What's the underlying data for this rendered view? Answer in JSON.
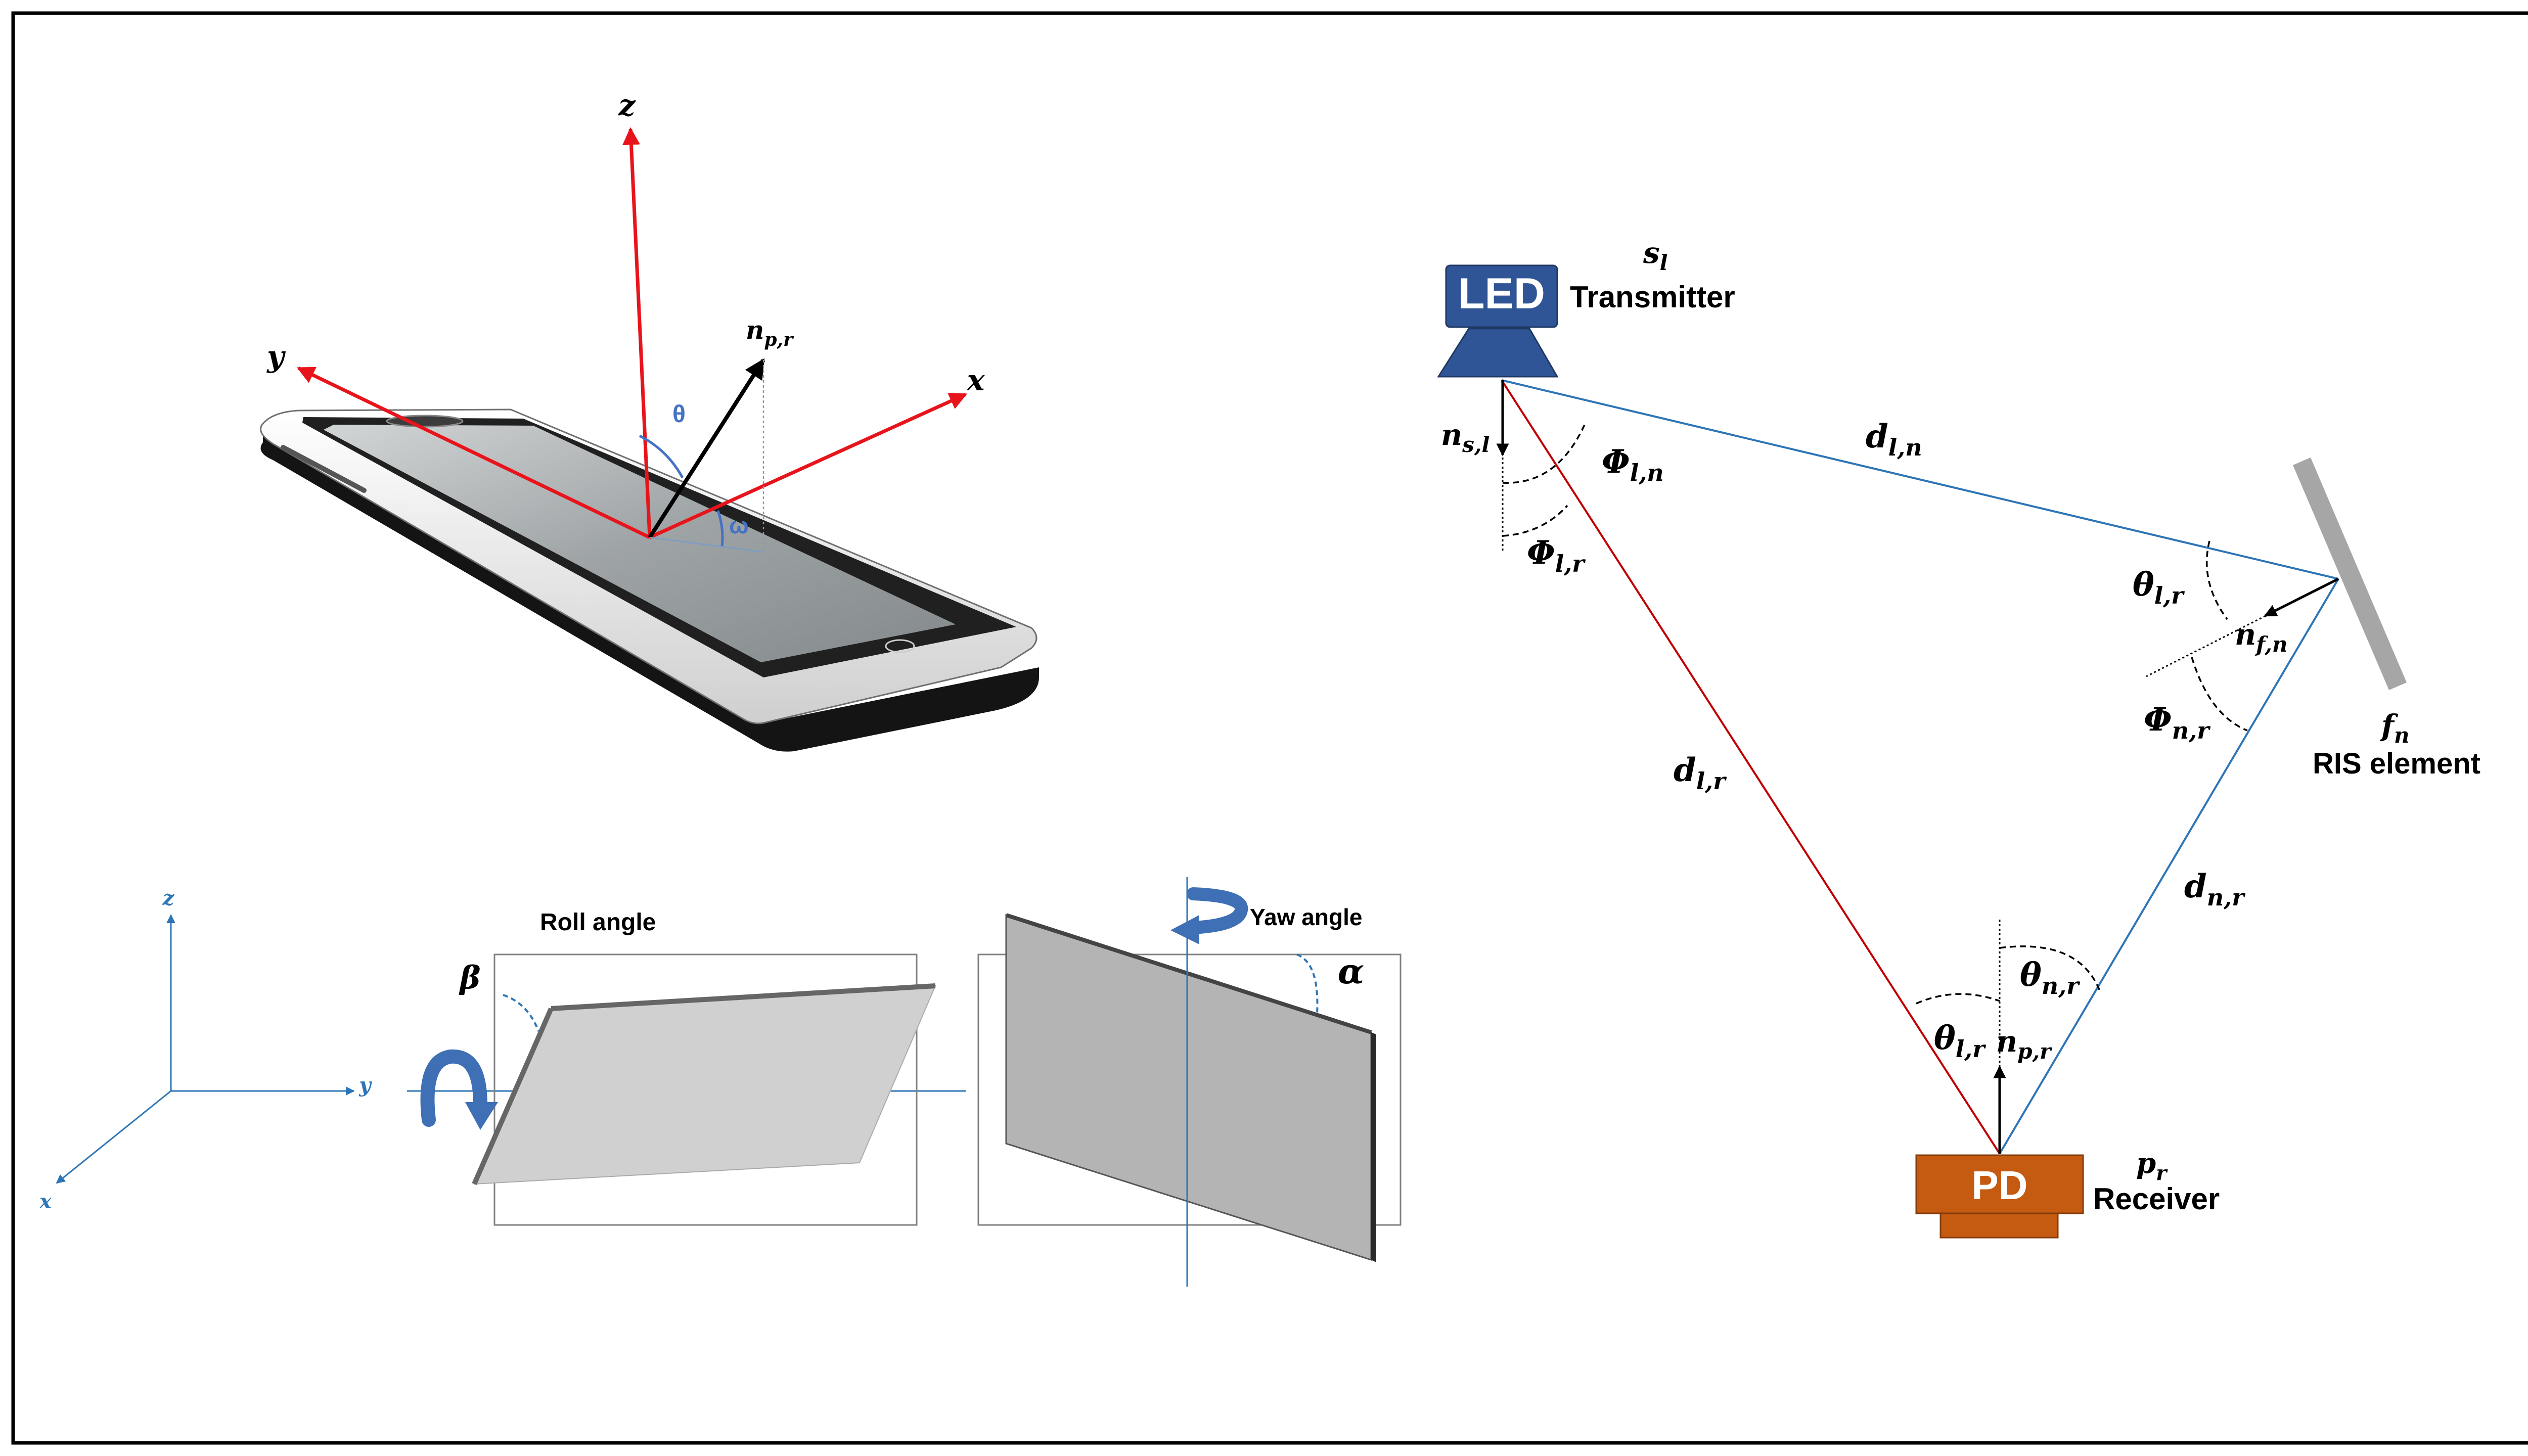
{
  "colors": {
    "axis_red": "#e8141b",
    "axis_blue": "#2e75b6",
    "angle_blue": "#4472c4",
    "led_blue": "#2f5597",
    "pd_orange": "#c55a11",
    "los_red": "#c00000",
    "ris_gray": "#a6a6a6",
    "plane_light": "#d0d0d0",
    "plane_dark": "#b4b4b4"
  },
  "phone": {
    "axis_z": "z",
    "axis_y": "y",
    "axis_x": "x",
    "normal_base": "n",
    "normal_sub": "p,r",
    "theta": "θ",
    "omega": "ω"
  },
  "orientation": {
    "axis_z": "z",
    "axis_y": "y",
    "axis_x": "x",
    "roll_label": "Roll angle",
    "yaw_label": "Yaw angle",
    "beta": "β",
    "alpha": "α"
  },
  "geometry": {
    "led_text": "LED",
    "transmitter_label": "Transmitter",
    "s_base": "s",
    "s_sub": "l",
    "pd_text": "PD",
    "receiver_label": "Receiver",
    "p_base": "p",
    "p_sub": "r",
    "ris_label": "RIS element",
    "f_base": "f",
    "f_sub": "n",
    "d_base": "d",
    "d_ln_sub": "l,n",
    "d_lr_sub": "l,r",
    "d_nr_sub": "n,r",
    "phi_base": "Φ",
    "phi_ln_sub": "l,n",
    "phi_lr_sub": "l,r",
    "phi_nr_sub": "n,r",
    "theta_base": "θ",
    "theta_lr_sub": "l,r",
    "theta_nr_sub": "n,r",
    "n_base": "n",
    "n_sl_sub": "s,l",
    "n_fn_sub": "f,n",
    "n_pr_sub": "p,r"
  }
}
